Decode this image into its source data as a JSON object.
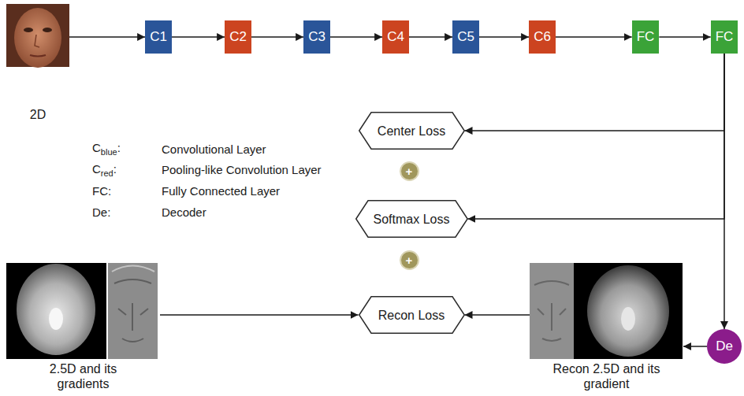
{
  "diagram": {
    "nodes": [
      {
        "text": [
          "2D"
        ]
      },
      {
        "text": [
          "C1"
        ]
      },
      {
        "text": [
          "C2"
        ]
      },
      {
        "text": [
          "C3"
        ]
      },
      {
        "text": [
          "C4"
        ]
      },
      {
        "text": [
          "C5"
        ]
      },
      {
        "text": [
          "C6"
        ]
      },
      {
        "text": [
          "FC"
        ]
      },
      {
        "text": [
          "FC"
        ]
      },
      {
        "text": [
          "Center Loss"
        ]
      },
      {
        "text": [
          "+"
        ]
      },
      {
        "text": [
          "Softmax Loss"
        ]
      },
      {
        "text": [
          "+"
        ]
      },
      {
        "text": [
          "Recon Loss"
        ]
      },
      {
        "text": [
          "De"
        ]
      },
      {
        "text": [
          "2.5D and its gradients"
        ]
      },
      {
        "text": [
          "Recon 2.5D and its gradient"
        ]
      }
    ],
    "edges": [
      {
        "from": 0,
        "to": 1,
        "arrow": "to"
      },
      {
        "from": 1,
        "to": 2,
        "arrow": "to"
      },
      {
        "from": 2,
        "to": 3,
        "arrow": "to"
      },
      {
        "from": 3,
        "to": 4,
        "arrow": "to"
      },
      {
        "from": 4,
        "to": 5,
        "arrow": "to"
      },
      {
        "from": 5,
        "to": 6,
        "arrow": "to"
      },
      {
        "from": 6,
        "to": 7,
        "arrow": "to"
      },
      {
        "from": 7,
        "to": 8,
        "arrow": "to"
      },
      {
        "from": 8,
        "to": 9,
        "arrow": "to"
      },
      {
        "from": 8,
        "to": 11,
        "arrow": "to"
      },
      {
        "from": 8,
        "to": 14,
        "arrow": "to"
      },
      {
        "from": 14,
        "to": 16,
        "arrow": "to"
      },
      {
        "from": 16,
        "to": 13,
        "arrow": "to"
      },
      {
        "from": 15,
        "to": 13,
        "arrow": "to"
      }
    ],
    "labels": [
      "C",
      "blue",
      ":",
      "Convolutional Layer",
      "C",
      "red",
      ":",
      "Pooling-like Convolution Layer",
      "FC:",
      "Fully Connected Layer",
      "De:",
      "Decoder"
    ]
  }
}
